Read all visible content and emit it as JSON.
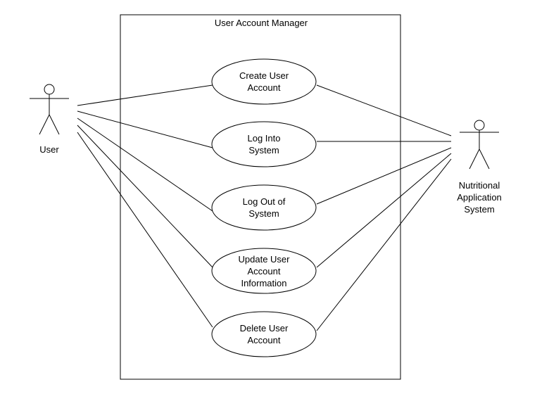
{
  "system": {
    "title": "User Account Manager"
  },
  "actors": {
    "user": {
      "label": [
        "User"
      ]
    },
    "nutritional": {
      "label": [
        "Nutritional",
        "Application",
        "System"
      ]
    }
  },
  "use_cases": [
    {
      "id": "create",
      "label": [
        "Create User",
        "Account"
      ]
    },
    {
      "id": "login",
      "label": [
        "Log Into",
        "System"
      ]
    },
    {
      "id": "logout",
      "label": [
        "Log Out of",
        "System"
      ]
    },
    {
      "id": "update",
      "label": [
        "Update User",
        "Account",
        "Information"
      ]
    },
    {
      "id": "delete",
      "label": [
        "Delete User",
        "Account"
      ]
    }
  ],
  "colors": {
    "line": "#000000",
    "background": "#ffffff"
  }
}
